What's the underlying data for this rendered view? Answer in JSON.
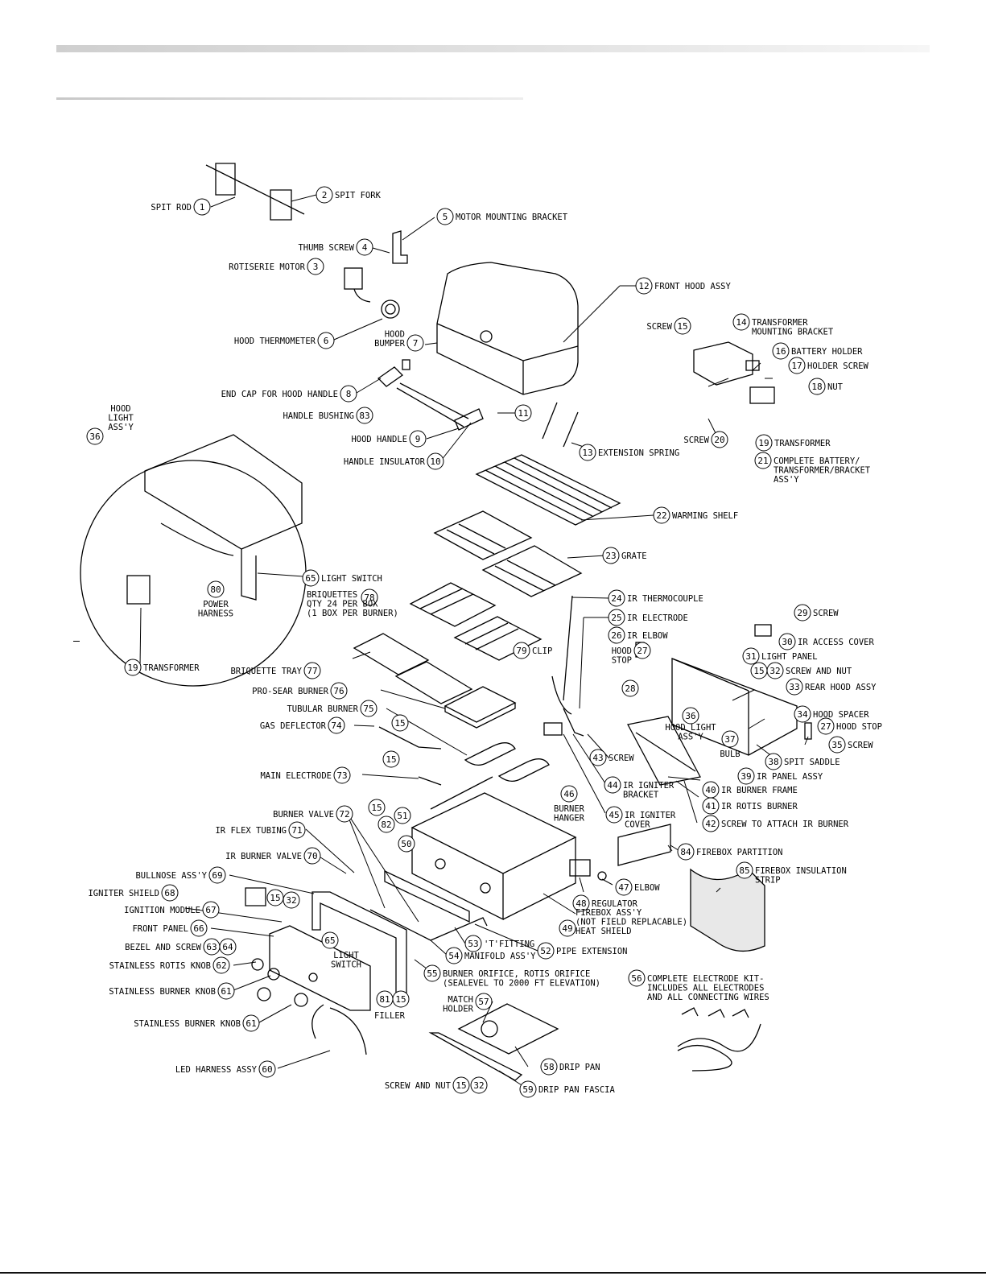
{
  "parts": [
    {
      "id": "p1",
      "num": "1",
      "label": [
        "SPIT ROD"
      ]
    },
    {
      "id": "p2",
      "num": "2",
      "label": [
        "SPIT FORK"
      ]
    },
    {
      "id": "p3",
      "num": "3",
      "label": [
        "ROTISERIE MOTOR"
      ]
    },
    {
      "id": "p4",
      "num": "4",
      "label": [
        "THUMB SCREW"
      ]
    },
    {
      "id": "p5",
      "num": "5",
      "label": [
        "MOTOR MOUNTING BRACKET"
      ]
    },
    {
      "id": "p6",
      "num": "6",
      "label": [
        "HOOD THERMOMETER"
      ]
    },
    {
      "id": "p7",
      "num": "7",
      "label": [
        "HOOD",
        "BUMPER"
      ]
    },
    {
      "id": "p8",
      "num": "8",
      "label": [
        "END CAP FOR HOOD HANDLE"
      ]
    },
    {
      "id": "p83",
      "num": "83",
      "label": [
        "HANDLE BUSHING"
      ]
    },
    {
      "id": "p9",
      "num": "9",
      "label": [
        "HOOD HANDLE"
      ]
    },
    {
      "id": "p10",
      "num": "10",
      "label": [
        "HANDLE INSULATOR"
      ]
    },
    {
      "id": "p11",
      "num": "11",
      "label": []
    },
    {
      "id": "p12",
      "num": "12",
      "label": [
        "FRONT HOOD ASSY"
      ]
    },
    {
      "id": "p13",
      "num": "13",
      "label": [
        "EXTENSION SPRING"
      ]
    },
    {
      "id": "p14",
      "num": "14",
      "label": [
        "TRANSFORMER",
        "MOUNTING BRACKET"
      ]
    },
    {
      "id": "p15a",
      "num": "15",
      "label": [
        "SCREW"
      ]
    },
    {
      "id": "p16",
      "num": "16",
      "label": [
        "BATTERY HOLDER"
      ]
    },
    {
      "id": "p17",
      "num": "17",
      "label": [
        "HOLDER SCREW"
      ]
    },
    {
      "id": "p18",
      "num": "18",
      "label": [
        "NUT"
      ]
    },
    {
      "id": "p19a",
      "num": "19",
      "label": [
        "TRANSFORMER"
      ]
    },
    {
      "id": "p20",
      "num": "20",
      "label": [
        "SCREW"
      ]
    },
    {
      "id": "p21",
      "num": "21",
      "label": [
        "COMPLETE BATTERY/",
        "TRANSFORMER/BRACKET",
        "ASS'Y"
      ]
    },
    {
      "id": "p36a",
      "num": "36",
      "label": [
        "HOOD",
        "LIGHT",
        "ASS'Y"
      ]
    },
    {
      "id": "p80",
      "num": "80",
      "label": [
        "POWER",
        "HARNESS"
      ]
    },
    {
      "id": "p65a",
      "num": "65",
      "label": [
        "LIGHT SWITCH"
      ]
    },
    {
      "id": "p19b",
      "num": "19",
      "label": [
        "TRANSFORMER"
      ]
    },
    {
      "id": "p22",
      "num": "22",
      "label": [
        "WARMING SHELF"
      ]
    },
    {
      "id": "p23",
      "num": "23",
      "label": [
        "GRATE"
      ]
    },
    {
      "id": "p78",
      "num": "78",
      "label": [
        "BRIQUETTES",
        "QTY 24 PER BOX",
        "(1 BOX PER BURNER)"
      ]
    },
    {
      "id": "p79",
      "num": "79",
      "label": [
        "CLIP"
      ]
    },
    {
      "id": "p77",
      "num": "77",
      "label": [
        "BRIQUETTE TRAY"
      ]
    },
    {
      "id": "p76",
      "num": "76",
      "label": [
        "PRO-SEAR BURNER"
      ]
    },
    {
      "id": "p75",
      "num": "75",
      "label": [
        "TUBULAR BURNER"
      ]
    },
    {
      "id": "p74",
      "num": "74",
      "label": [
        "GAS DEFLECTOR"
      ]
    },
    {
      "id": "p15b",
      "num": "15",
      "label": []
    },
    {
      "id": "p15c",
      "num": "15",
      "label": []
    },
    {
      "id": "p73",
      "num": "73",
      "label": [
        "MAIN ELECTRODE"
      ]
    },
    {
      "id": "p51",
      "num": "51",
      "label": []
    },
    {
      "id": "p24",
      "num": "24",
      "label": [
        "IR THERMOCOUPLE"
      ]
    },
    {
      "id": "p25",
      "num": "25",
      "label": [
        "IR ELECTRODE"
      ]
    },
    {
      "id": "p26",
      "num": "26",
      "label": [
        "IR ELBOW"
      ]
    },
    {
      "id": "p27a",
      "num": "27",
      "label": [
        "HOOD",
        "STOP"
      ]
    },
    {
      "id": "p28",
      "num": "28",
      "label": []
    },
    {
      "id": "p29",
      "num": "29",
      "label": [
        "SCREW"
      ]
    },
    {
      "id": "p30",
      "num": "30",
      "label": [
        "IR ACCESS COVER"
      ]
    },
    {
      "id": "p31",
      "num": "31",
      "label": [
        "LIGHT PANEL"
      ]
    },
    {
      "id": "p15d",
      "num": "15",
      "label": []
    },
    {
      "id": "p32a",
      "num": "32",
      "label": [
        "SCREW AND NUT"
      ]
    },
    {
      "id": "p33",
      "num": "33",
      "label": [
        "REAR HOOD ASSY"
      ]
    },
    {
      "id": "p34",
      "num": "34",
      "label": [
        "HOOD SPACER"
      ]
    },
    {
      "id": "p27b",
      "num": "27",
      "label": [
        "HOOD STOP"
      ]
    },
    {
      "id": "p35",
      "num": "35",
      "label": [
        "SCREW"
      ]
    },
    {
      "id": "p36b",
      "num": "36",
      "label": [
        "HOOD LIGHT",
        "ASS'Y"
      ]
    },
    {
      "id": "p37",
      "num": "37",
      "label": [
        "BULB"
      ]
    },
    {
      "id": "p38",
      "num": "38",
      "label": [
        "SPIT SADDLE"
      ]
    },
    {
      "id": "p39",
      "num": "39",
      "label": [
        "IR PANEL ASSY"
      ]
    },
    {
      "id": "p40",
      "num": "40",
      "label": [
        "IR BURNER FRAME"
      ]
    },
    {
      "id": "p41",
      "num": "41",
      "label": [
        "IR ROTIS BURNER"
      ]
    },
    {
      "id": "p42",
      "num": "42",
      "label": [
        "SCREW TO ATTACH IR BURNER"
      ]
    },
    {
      "id": "p43",
      "num": "43",
      "label": [
        "SCREW"
      ]
    },
    {
      "id": "p44",
      "num": "44",
      "label": [
        "IR IGNITER",
        "BRACKET"
      ]
    },
    {
      "id": "p45",
      "num": "45",
      "label": [
        "IR IGNITER",
        "COVER"
      ]
    },
    {
      "id": "p46",
      "num": "46",
      "label": [
        "BURNER",
        "HANGER"
      ]
    },
    {
      "id": "p47",
      "num": "47",
      "label": [
        "ELBOW"
      ]
    },
    {
      "id": "p48",
      "num": "48",
      "label": [
        "REGULATOR"
      ]
    },
    {
      "id": "p84",
      "num": "84",
      "label": [
        "FIREBOX PARTITION"
      ]
    },
    {
      "id": "p85",
      "num": "85",
      "label": [
        "FIREBOX INSULATION",
        "STRIP"
      ]
    },
    {
      "id": "p72",
      "num": "72",
      "label": [
        "BURNER VALVE"
      ]
    },
    {
      "id": "p15e",
      "num": "15",
      "label": []
    },
    {
      "id": "p82",
      "num": "82",
      "label": []
    },
    {
      "id": "p71",
      "num": "71",
      "label": [
        "IR FLEX TUBING"
      ]
    },
    {
      "id": "p70",
      "num": "70",
      "label": [
        "IR BURNER VALVE"
      ]
    },
    {
      "id": "p50",
      "num": "50",
      "label": []
    },
    {
      "id": "p69",
      "num": "69",
      "label": [
        "BULLNOSE ASS'Y"
      ]
    },
    {
      "id": "p68",
      "num": "68",
      "label": [
        "IGNITER SHIELD"
      ]
    },
    {
      "id": "p15f",
      "num": "15",
      "label": []
    },
    {
      "id": "p32b",
      "num": "32",
      "label": []
    },
    {
      "id": "p67",
      "num": "67",
      "label": [
        "IGNITION MODULE"
      ]
    },
    {
      "id": "p66",
      "num": "66",
      "label": [
        "FRONT PANEL"
      ]
    },
    {
      "id": "p63",
      "num": "63",
      "label": [
        "BEZEL AND SCREW"
      ]
    },
    {
      "id": "p64",
      "num": "64",
      "label": []
    },
    {
      "id": "p65b",
      "num": "65",
      "label": [
        "LIGHT",
        "SWITCH"
      ]
    },
    {
      "id": "p62",
      "num": "62",
      "label": [
        "STAINLESS ROTIS KNOB"
      ]
    },
    {
      "id": "p61a",
      "num": "61",
      "label": [
        "STAINLESS BURNER KNOB"
      ]
    },
    {
      "id": "p61b",
      "num": "61",
      "label": [
        "STAINLESS BURNER KNOB"
      ]
    },
    {
      "id": "p60",
      "num": "60",
      "label": [
        "LED HARNESS ASSY"
      ]
    },
    {
      "id": "p81",
      "num": "81",
      "label": [
        "FILLER"
      ]
    },
    {
      "id": "p15g",
      "num": "15",
      "label": []
    },
    {
      "id": "p49",
      "num": "49",
      "label": [
        "FIREBOX ASS'Y",
        "(NOT FIELD REPLACABLE)",
        "HEAT SHIELD"
      ]
    },
    {
      "id": "p53",
      "num": "53",
      "label": [
        "'T'FITTING"
      ]
    },
    {
      "id": "p52",
      "num": "52",
      "label": [
        "PIPE EXTENSION"
      ]
    },
    {
      "id": "p54",
      "num": "54",
      "label": [
        "MANIFOLD ASS'Y"
      ]
    },
    {
      "id": "p55",
      "num": "55",
      "label": [
        "BURNER ORIFICE, ROTIS ORIFICE",
        "(SEALEVEL TO 2000 FT ELEVATION)"
      ]
    },
    {
      "id": "p56",
      "num": "56",
      "label": [
        "COMPLETE ELECTRODE KIT-",
        "INCLUDES ALL ELECTRODES",
        "AND ALL CONNECTING WIRES"
      ]
    },
    {
      "id": "p57",
      "num": "57",
      "label": [
        "MATCH",
        "HOLDER"
      ]
    },
    {
      "id": "p58",
      "num": "58",
      "label": [
        "DRIP PAN"
      ]
    },
    {
      "id": "p59",
      "num": "59",
      "label": [
        "DRIP PAN FASCIA"
      ]
    },
    {
      "id": "p15h",
      "num": "15",
      "label": [
        "SCREW AND NUT"
      ]
    },
    {
      "id": "p32c",
      "num": "32",
      "label": []
    }
  ]
}
